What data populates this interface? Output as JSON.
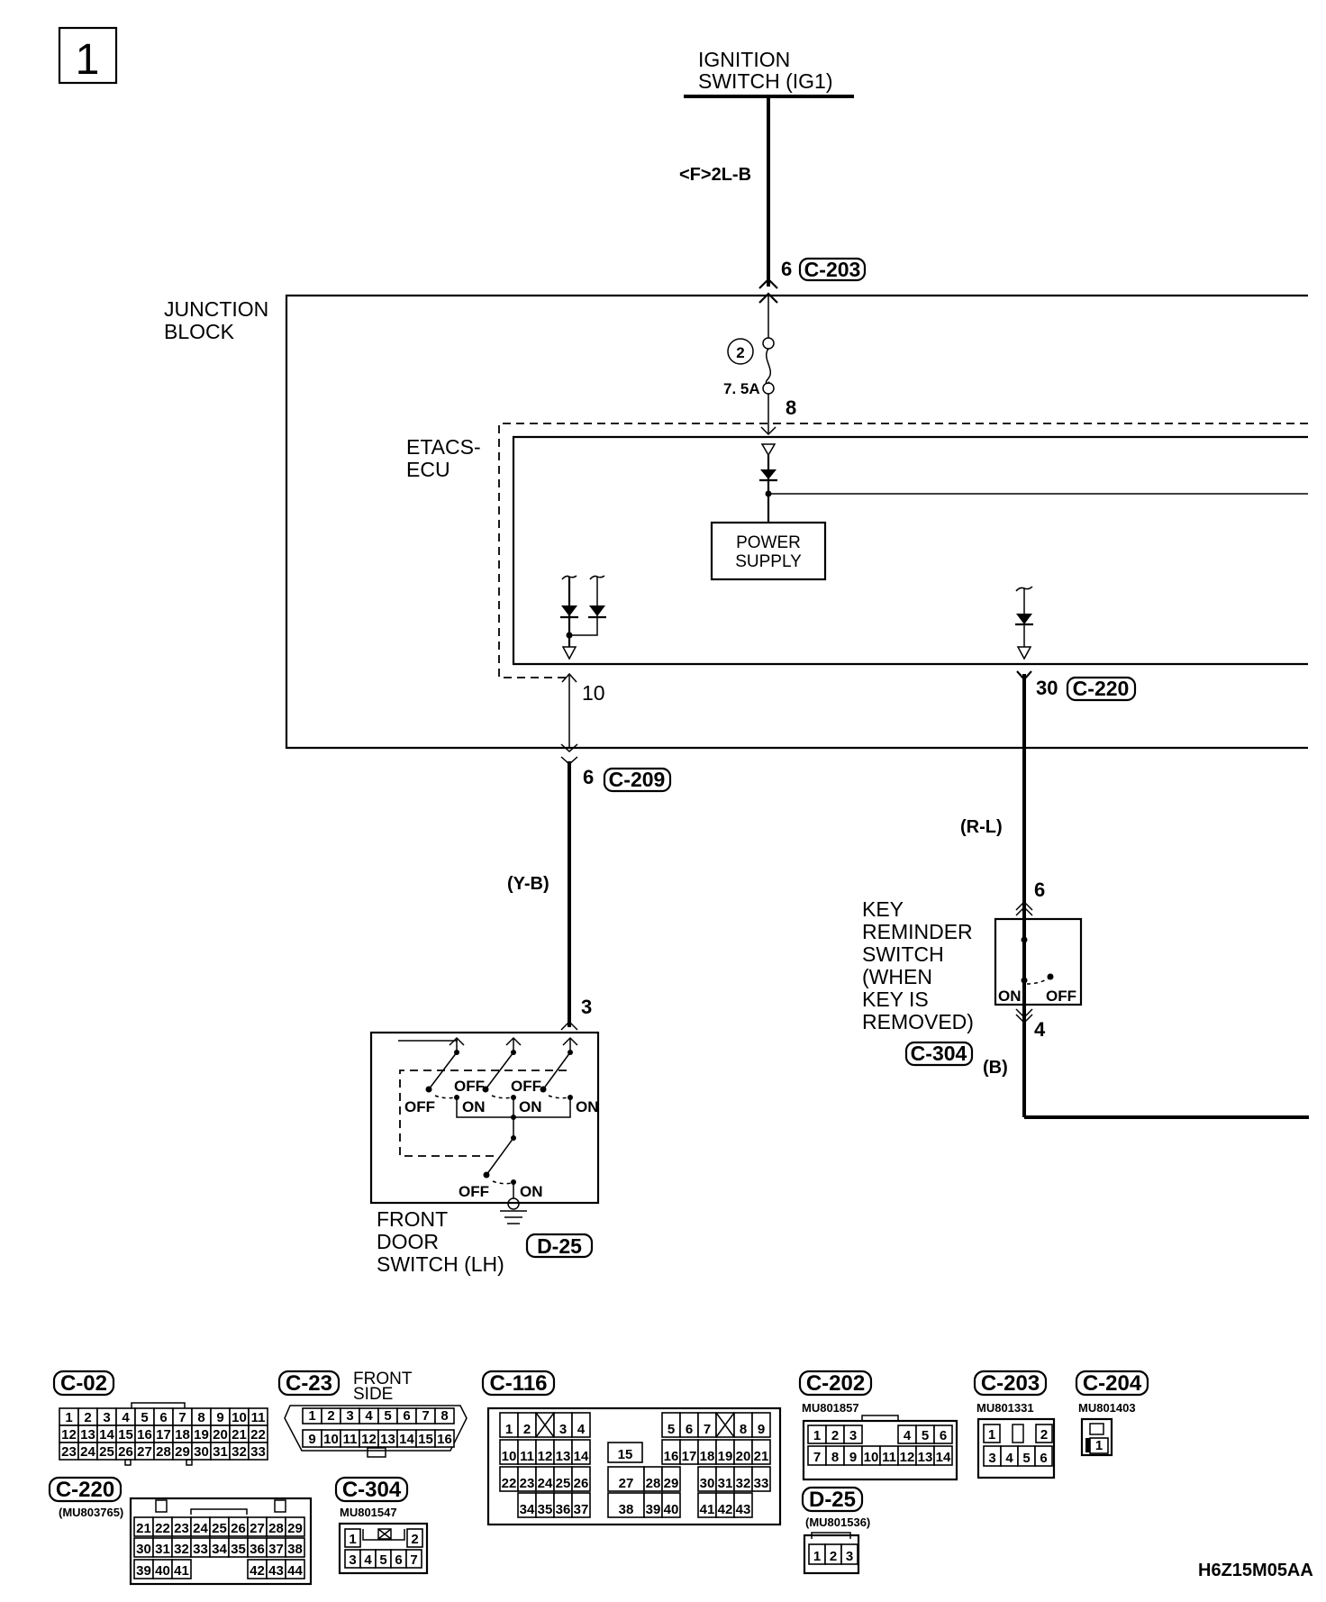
{
  "diagram": {
    "page_number": "1",
    "drawing_code": "H6Z15M05AA",
    "ignition": {
      "label_line1": "IGNITION",
      "label_line2": "SWITCH (IG1)",
      "wire_color": "<F>2L-B",
      "pin": "6",
      "connector": "C-203"
    },
    "junction_block": {
      "label_line1": "JUNCTION",
      "label_line2": "BLOCK",
      "fuse_number": "2",
      "fuse_rating": "7. 5A",
      "out_pin": "8",
      "bottom_pin": "6",
      "bottom_connector": "C-209"
    },
    "etacs": {
      "label_line1": "ETACS-",
      "label_line2": "ECU",
      "power_supply_line1": "POWER",
      "power_supply_line2": "SUPPLY",
      "door_pin": "10",
      "key_pin": "30",
      "key_connector": "C-220"
    },
    "door_circuit": {
      "wire_color": "(Y-B)",
      "switch_pin": "3",
      "switch_label_line1": "FRONT",
      "switch_label_line2": "DOOR",
      "switch_label_line3": "SWITCH (LH)",
      "connector": "D-25",
      "off": "OFF",
      "on": "ON"
    },
    "key_circuit": {
      "wire_color_top": "(R-L)",
      "pin_top": "6",
      "pin_bottom": "4",
      "wire_color_bottom": "(B)",
      "connector": "C-304",
      "label_lines": [
        "KEY",
        "REMINDER",
        "SWITCH",
        "(WHEN",
        "KEY IS",
        "REMOVED)"
      ],
      "on": "ON",
      "off": "OFF"
    }
  },
  "connectors": {
    "c02": {
      "name": "C-02",
      "rows": [
        [
          "1",
          "2",
          "3",
          "4",
          "5",
          "6",
          "7",
          "8",
          "9",
          "10",
          "11"
        ],
        [
          "12",
          "13",
          "14",
          "15",
          "16",
          "17",
          "18",
          "19",
          "20",
          "21",
          "22"
        ],
        [
          "23",
          "24",
          "25",
          "26",
          "27",
          "28",
          "29",
          "30",
          "31",
          "32",
          "33"
        ]
      ]
    },
    "c23": {
      "name": "C-23",
      "note_line1": "FRONT",
      "note_line2": "SIDE",
      "rows": [
        [
          "1",
          "2",
          "3",
          "4",
          "5",
          "6",
          "7",
          "8"
        ],
        [
          "9",
          "10",
          "11",
          "12",
          "13",
          "14",
          "15",
          "16"
        ]
      ]
    },
    "c116": {
      "name": "C-116",
      "row1_left": [
        "1",
        "2",
        "X",
        "3",
        "4"
      ],
      "row1_right": [
        "5",
        "6",
        "7",
        "X",
        "8",
        "9"
      ],
      "row2_left": [
        "10",
        "11",
        "12",
        "13",
        "14"
      ],
      "row2_mid": "15",
      "row2_right": [
        "16",
        "17",
        "18",
        "19",
        "20",
        "21"
      ],
      "row3_left": [
        "22",
        "23",
        "24",
        "25",
        "26"
      ],
      "row3_mid": [
        "27",
        "28",
        "29"
      ],
      "row3_right": [
        "30",
        "31",
        "32",
        "33"
      ],
      "row4_left": [
        "34",
        "35",
        "36",
        "37"
      ],
      "row4_mid": [
        "38",
        "39",
        "40"
      ],
      "row4_right": [
        "41",
        "42",
        "43"
      ]
    },
    "c202": {
      "name": "C-202",
      "part": "MU801857",
      "row1_left": [
        "1",
        "2",
        "3"
      ],
      "row1_right": [
        "4",
        "5",
        "6"
      ],
      "row2": [
        "7",
        "8",
        "9",
        "10",
        "11",
        "12",
        "13",
        "14"
      ]
    },
    "c203": {
      "name": "C-203",
      "part": "MU801331",
      "row1": [
        "1",
        "2"
      ],
      "row2": [
        "3",
        "4",
        "5",
        "6"
      ]
    },
    "c204": {
      "name": "C-204",
      "part": "MU801403",
      "row1": [
        "1"
      ]
    },
    "c220": {
      "name": "C-220",
      "part": "(MU803765)",
      "row1": [
        "21",
        "22",
        "23",
        "24",
        "25",
        "26",
        "27",
        "28",
        "29"
      ],
      "row2": [
        "30",
        "31",
        "32",
        "33",
        "34",
        "35",
        "36",
        "37",
        "38"
      ],
      "row3_left": [
        "39",
        "40",
        "41"
      ],
      "row3_right": [
        "42",
        "43",
        "44"
      ]
    },
    "c304": {
      "name": "C-304",
      "part": "MU801547",
      "row1": [
        "1",
        "2"
      ],
      "row2": [
        "3",
        "4",
        "5",
        "6",
        "7"
      ]
    },
    "d25": {
      "name": "D-25",
      "part": "(MU801536)",
      "row1": [
        "1",
        "2",
        "3"
      ]
    }
  }
}
